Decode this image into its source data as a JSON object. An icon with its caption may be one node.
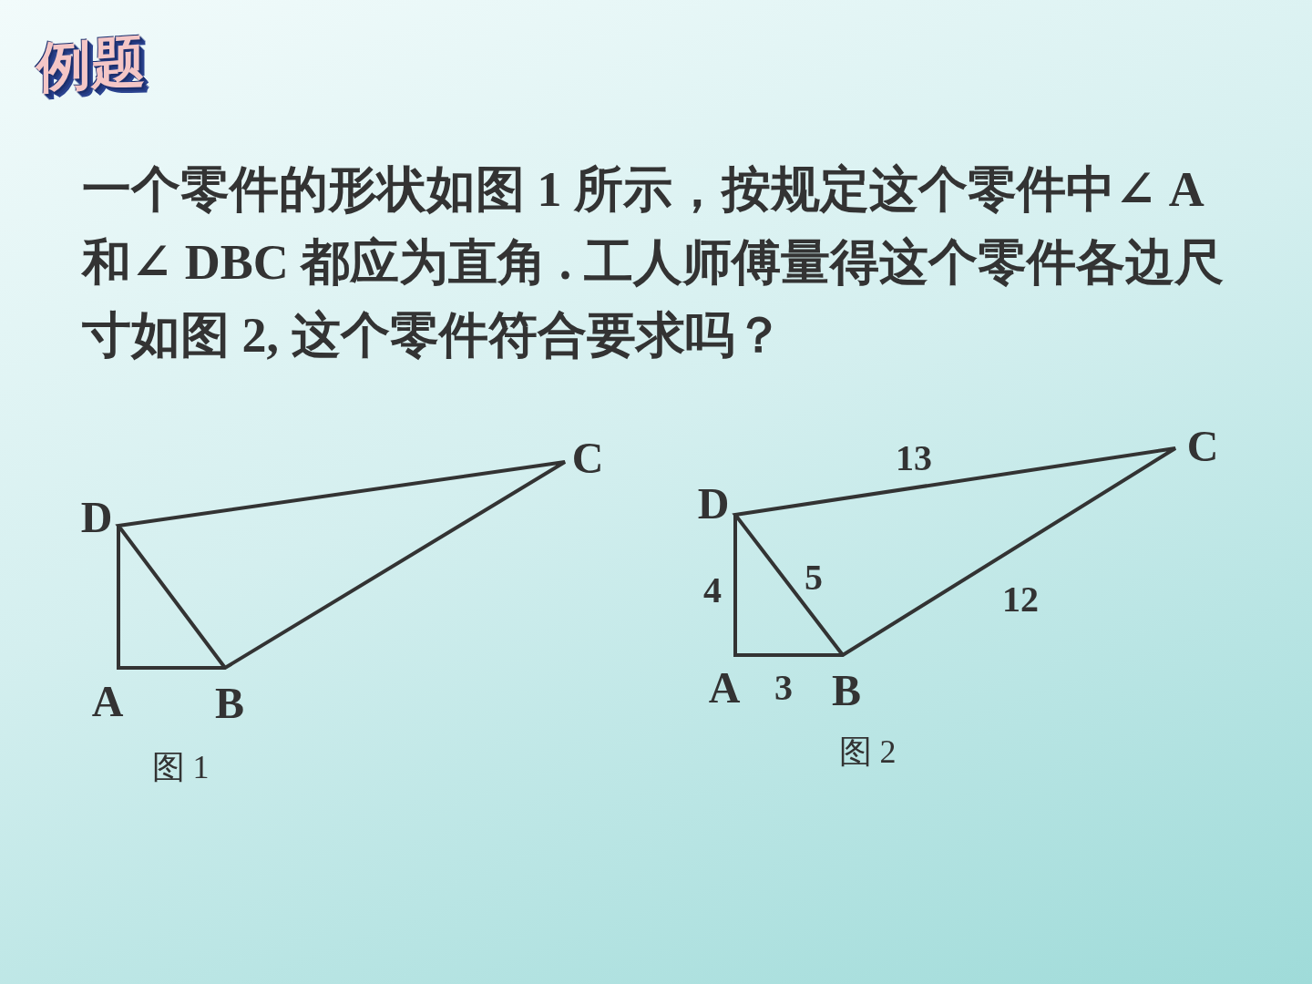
{
  "diagram": {
    "title": "例题",
    "labels": [
      "一个零件的形状如图 1 所示，按规定这个零件中∠ A 和∠ DBC 都应为直角 . 工人师傅量得这个零件各边尺寸如图 2, 这个零件符合要求吗？",
      "C",
      "D",
      "A",
      "B",
      "图 1",
      "13",
      "C",
      "D",
      "4",
      "5",
      "12",
      "A",
      "3",
      "B",
      "图 2"
    ]
  }
}
